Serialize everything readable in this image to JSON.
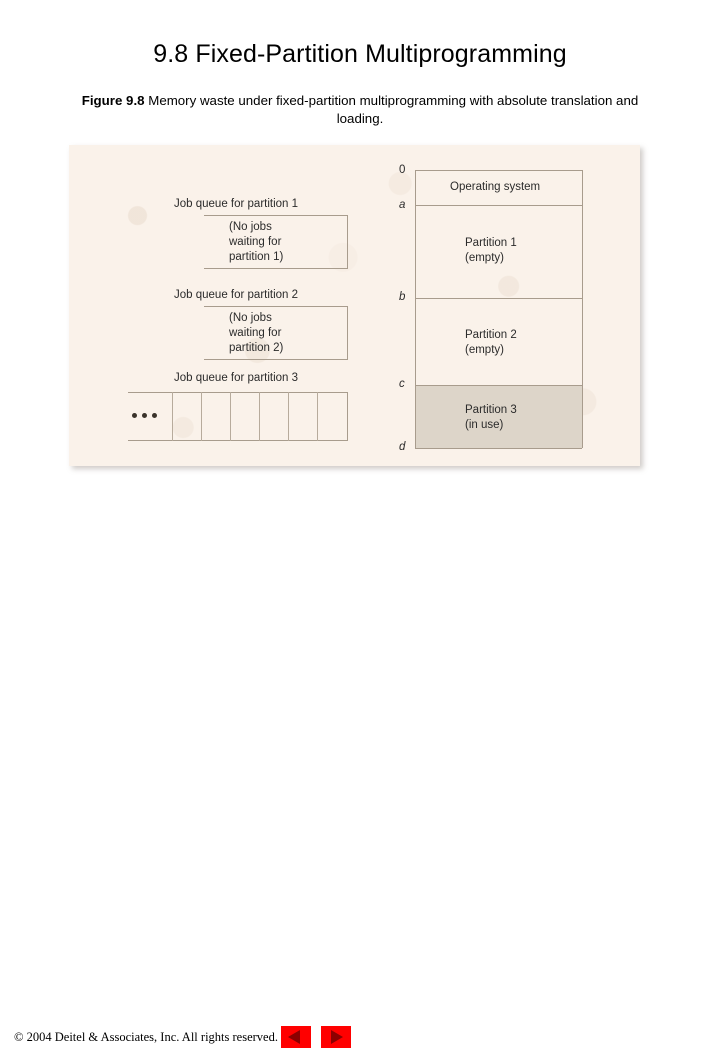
{
  "slide": {
    "title": "9.8 Fixed-Partition Multiprogramming",
    "caption_strong": "Figure 9.8",
    "caption_rest": " Memory waste under fixed-partition multiprogramming with absolute translation and loading."
  },
  "figure": {
    "queues": [
      {
        "label": "Job queue for partition 1",
        "note_lines": [
          "(No jobs",
          "waiting for",
          "partition 1)"
        ]
      },
      {
        "label": "Job queue for partition 2",
        "note_lines": [
          "(No jobs",
          "waiting for",
          "partition 2)"
        ]
      },
      {
        "label": "Job queue for partition 3",
        "note_lines": []
      }
    ],
    "memory": {
      "address_labels": [
        "0",
        "a",
        "b",
        "c",
        "d"
      ],
      "blocks": [
        {
          "lines": [
            "Operating system"
          ],
          "state": "system",
          "shaded": false
        },
        {
          "lines": [
            "Partition 1",
            "(empty)"
          ],
          "state": "empty",
          "shaded": false
        },
        {
          "lines": [
            "Partition 2",
            "(empty)"
          ],
          "state": "empty",
          "shaded": false
        },
        {
          "lines": [
            "Partition 3",
            "(in use)"
          ],
          "state": "in-use",
          "shaded": true
        }
      ],
      "shade_color": "#ddd5c9"
    },
    "background_color": "#faf2ea",
    "rule_color": "#a89c8d"
  },
  "footer": {
    "copyright": "© 2004 Deitel & Associates, Inc.  All rights reserved.",
    "nav_prev_icon": "triangle-left-icon",
    "nav_next_icon": "triangle-right-icon",
    "nav_color": "#ff0000"
  }
}
